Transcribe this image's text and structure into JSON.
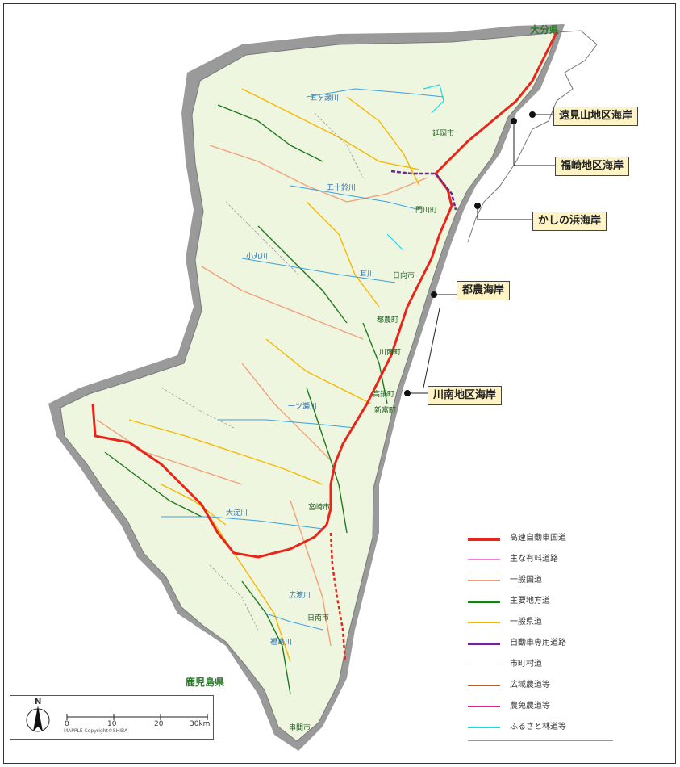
{
  "prefectures": {
    "oita": "大分県",
    "kagoshima": "鹿児島県"
  },
  "coasts": [
    {
      "id": "tomiyama",
      "label": "遠見山地区海岸"
    },
    {
      "id": "fukuzaki",
      "label": "福崎地区海岸"
    },
    {
      "id": "kashinohama",
      "label": "かしの浜海岸"
    },
    {
      "id": "tsuno",
      "label": "都農海岸"
    },
    {
      "id": "kawaminami",
      "label": "川南地区海岸"
    }
  ],
  "rivers": [
    "五ヶ瀬川",
    "五十鈴川",
    "小丸川",
    "耳川",
    "一ツ瀬川",
    "大淀川",
    "広渡川",
    "福島川"
  ],
  "cities": [
    "延岡市",
    "門川町",
    "日向市",
    "都農町",
    "川南町",
    "高鍋町",
    "新富町",
    "宮崎市",
    "日南市",
    "串間市"
  ],
  "legend": [
    {
      "label": "高速自動車国道",
      "color": "#e8251a"
    },
    {
      "label": "主な有料道路",
      "color": "#f27ad8"
    },
    {
      "label": "一般国道",
      "color": "#f2a07a"
    },
    {
      "label": "主要地方道",
      "color": "#1f7a1f"
    },
    {
      "label": "一般県道",
      "color": "#f5b800"
    },
    {
      "label": "自動車専用道路",
      "color": "#6a2a8a"
    },
    {
      "label": "市町村道",
      "color": "#9a9a9a"
    },
    {
      "label": "広域農道等",
      "color": "#b0602a"
    },
    {
      "label": "農免農道等",
      "color": "#e0208a"
    },
    {
      "label": "ふるさと林道等",
      "color": "#1ad8e8"
    }
  ],
  "scale": {
    "north": "N",
    "ticks": [
      "0",
      "10",
      "20",
      "30km"
    ],
    "credit": "MAPPLE Copyright©SHIBA"
  }
}
